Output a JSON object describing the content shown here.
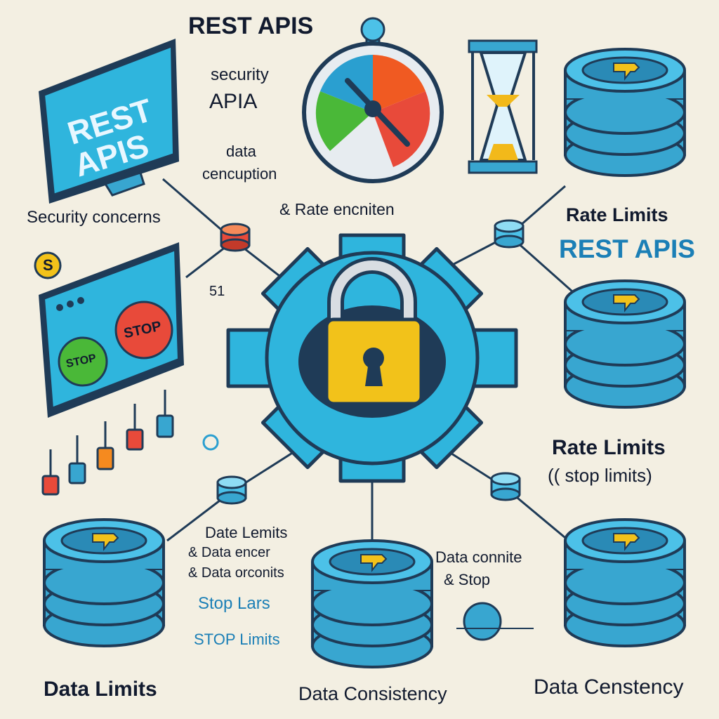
{
  "labels": {
    "title": "REST APIS",
    "monitor_text_1": "REST",
    "monitor_text_2": "APIS",
    "security_api_1": "security",
    "security_api_2": "APIA",
    "data_cencuption_1": "data",
    "data_cencuption_2": "cencuption",
    "rate_encniten": "& Rate encniten",
    "security_concerns": "Security concerns",
    "rate_limits_top": "Rate Limits",
    "rest_apis_right": "REST APIS",
    "dollar_badge": "S",
    "small_51": "51",
    "stop_sign": "STOP",
    "stop_green": "STOP",
    "rate_limits_mid": "Rate Limits",
    "stop_limits": "(( stop limits)",
    "center_text_1": "Date Lemits",
    "center_text_2": "& Data encer",
    "center_text_3": "& Data orconits",
    "stop_lars": "Stop Lars",
    "stop_limits_2": "STOP Limits",
    "data_connite": "Data connite",
    "and_stop": "& Stop",
    "data_limits": "Data Limits",
    "data_consistency": "Data Consistency",
    "data_censtency": "Data Censtency"
  },
  "colors": {
    "background": "#f3efe2",
    "gear": "#2fb5dd",
    "outline": "#1f3b57",
    "lock": "#f2c21a",
    "db": "#38a6d0",
    "accent_orange": "#f05a22",
    "accent_green": "#4ab838"
  },
  "icons": [
    "monitor-icon",
    "stopwatch-icon",
    "hourglass-icon",
    "gear-icon",
    "padlock-icon",
    "database-icon",
    "stop-sign-icon",
    "node-icon"
  ]
}
